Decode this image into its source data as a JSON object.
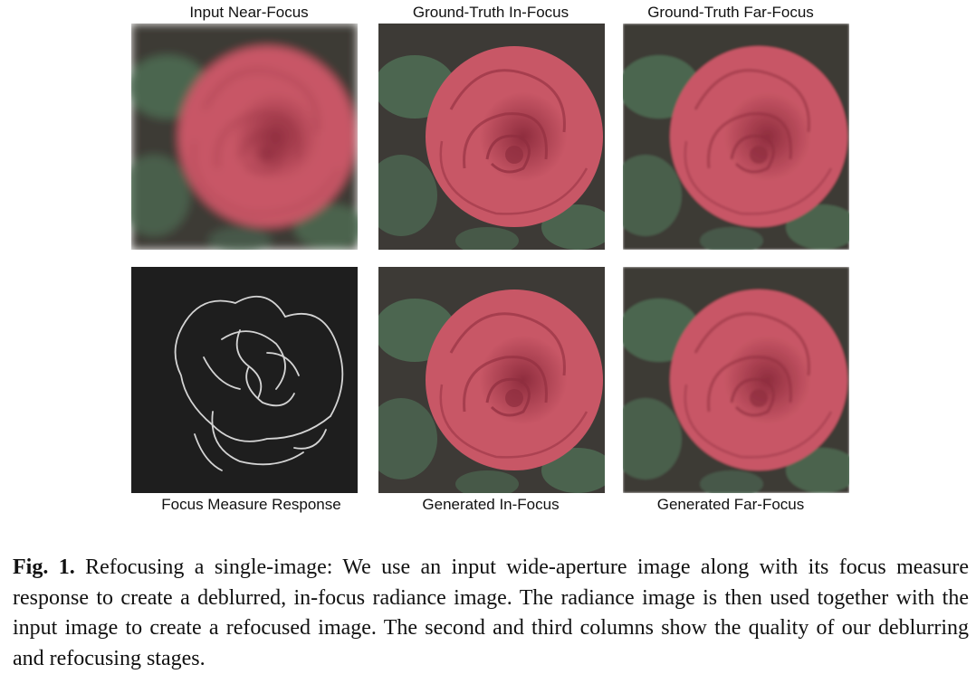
{
  "figure": {
    "panels": [
      {
        "label": "Input Near-Focus",
        "kind": "rose",
        "blur": "heavy"
      },
      {
        "label": "Ground-Truth In-Focus",
        "kind": "rose",
        "blur": "none"
      },
      {
        "label": "Ground-Truth Far-Focus",
        "kind": "rose",
        "blur": "light"
      },
      {
        "label": "Focus Measure Response",
        "kind": "edge-map"
      },
      {
        "label": "Generated In-Focus",
        "kind": "rose",
        "blur": "none"
      },
      {
        "label": "Generated Far-Focus",
        "kind": "rose",
        "blur": "light"
      }
    ]
  },
  "caption": {
    "label": "Fig. 1.",
    "text": "Refocusing a single-image: We use an input wide-aperture image along with its focus measure response to create a deblurred, in-focus radiance image. The radiance image is then used together with the input image to create a refocused image. The second and third columns show the quality of our deblurring and refocusing stages."
  },
  "colors": {
    "rose": "#c85766",
    "rose_dark": "#8f2d3e",
    "foliage": "#4f6e55",
    "ground": "#3d3a36",
    "edge_bg": "#1e1e1e",
    "edge_line": "#e8e8e8"
  }
}
